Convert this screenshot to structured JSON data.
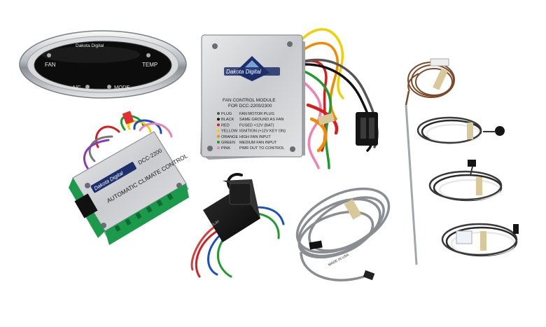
{
  "controller": {
    "brand": "Dakota Digital",
    "buttons": {
      "fan": "FAN",
      "temp": "TEMP",
      "ac": "A/C",
      "mode": "MODE"
    }
  },
  "fan_module": {
    "logo": "Dakota Digital",
    "title_line1": "FAN CONTROL MODULE",
    "title_line2": "FOR DCC-2200/2300",
    "wiring": [
      {
        "color": "PLUG",
        "function": "FAN MOTOR PLUG",
        "dot": "#555555"
      },
      {
        "color": "BLACK",
        "function": "SAME GROUND AS FAN",
        "dot": "#111111"
      },
      {
        "color": "RED",
        "function": "FUSED +12V (BAT)",
        "dot": "#d22020"
      },
      {
        "color": "YELLOW",
        "function": "IGNITION (+12V KEY ON)",
        "dot": "#f0d000"
      },
      {
        "color": "ORANGE",
        "function": "HIGH FAN INPUT",
        "dot": "#f08a00"
      },
      {
        "color": "GREEN",
        "function": "MEDIUM FAN INPUT",
        "dot": "#1e9a2e"
      },
      {
        "color": "PINK",
        "function": "PWR OUT TO CONTROL",
        "dot": "#f080b0"
      }
    ]
  },
  "climate_module": {
    "logo": "Dakota Digital",
    "model": "DCC-2200",
    "title": "AUTOMATIC CLIMATE CONTROL"
  },
  "sensor_tag": "MADE IN USA"
}
